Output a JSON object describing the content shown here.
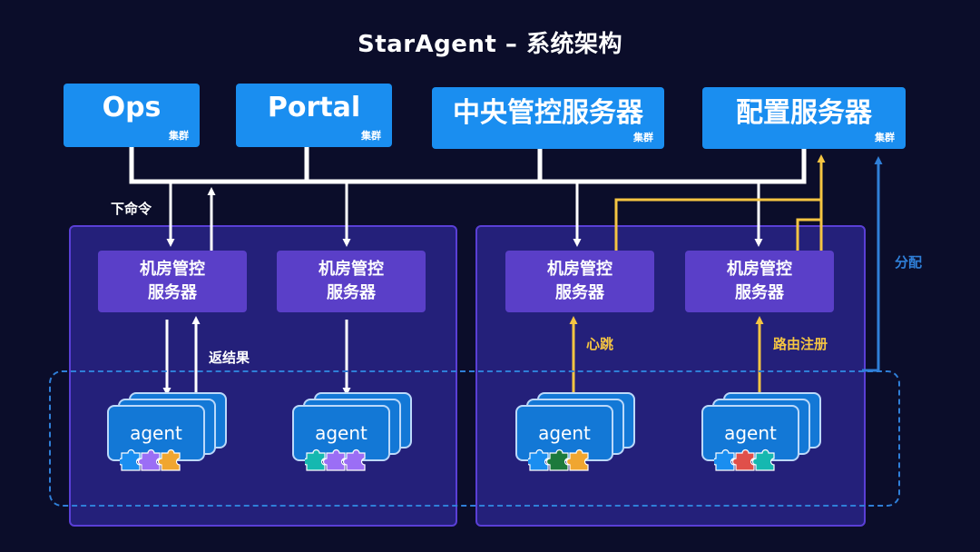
{
  "title": "StarAgent – 系统架构",
  "clusters": [
    {
      "name": "Ops",
      "tag": "集群"
    },
    {
      "name": "Portal",
      "tag": "集群"
    },
    {
      "name": "中央管控服务器",
      "tag": "集群"
    },
    {
      "name": "配置服务器",
      "tag": "集群"
    }
  ],
  "rooms": [
    {
      "line1": "机房管控",
      "line2": "服务器"
    },
    {
      "line1": "机房管控",
      "line2": "服务器"
    },
    {
      "line1": "机房管控",
      "line2": "服务器"
    },
    {
      "line1": "机房管控",
      "line2": "服务器"
    }
  ],
  "agent_label": "agent",
  "labels": {
    "command": "下命令",
    "result": "返结果",
    "heartbeat": "心跳",
    "route_register": "路由注册",
    "distribute": "分配"
  },
  "colors": {
    "background": "#0b0d2a",
    "cluster": "#1a8ef0",
    "region": "#24207a",
    "room": "#5a3fc8",
    "agent": "#1378d6",
    "heartbeat_line": "#f5c542",
    "distribute_line": "#2f7fd8"
  },
  "puzzle_colors": [
    [
      "#1a8ef0",
      "#9b6ef5",
      "#f0a630"
    ],
    [
      "#15b8b0",
      "#9b6ef5",
      "#9b6ef5"
    ],
    [
      "#1a8ef0",
      "#1d7a3c",
      "#f0a630"
    ],
    [
      "#1a8ef0",
      "#e0504a",
      "#15b8b0"
    ]
  ]
}
